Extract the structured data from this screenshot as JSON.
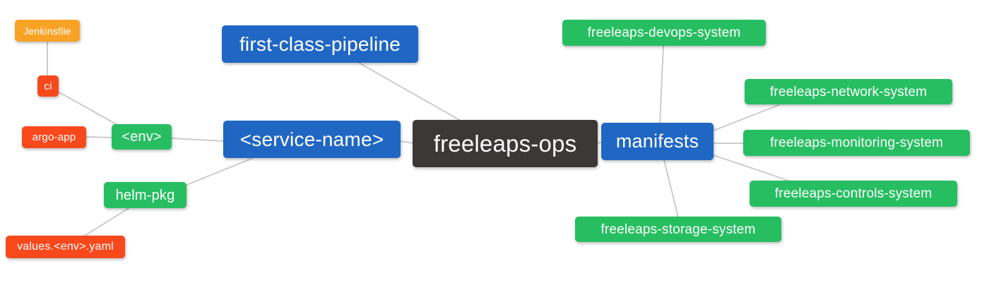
{
  "diagram": {
    "type": "mindmap",
    "root_label": "freeleaps-ops",
    "colors": {
      "canvas_bg": "#FFFFFF",
      "root": "#3C3838",
      "blue": "#2067C4",
      "green": "#27BE62",
      "red": "#F8491D",
      "orange": "#F9A326",
      "edge": "#CCCCCC",
      "text": "#FFFFFF"
    },
    "nodes": {
      "root": {
        "label": "freeleaps-ops",
        "role": "root"
      },
      "first_class_pipeline": {
        "label": "first-class-pipeline",
        "role": "branch"
      },
      "service_name": {
        "label": "<service-name>",
        "role": "branch"
      },
      "manifests": {
        "label": "manifests",
        "role": "branch"
      },
      "jenkinsfile": {
        "label": "Jenkinsfile",
        "role": "leaf-orange"
      },
      "ci": {
        "label": "ci",
        "role": "leaf-red"
      },
      "argo_app": {
        "label": "argo-app",
        "role": "leaf-red"
      },
      "env": {
        "label": "<env>",
        "role": "leaf-green"
      },
      "helm_pkg": {
        "label": "helm-pkg",
        "role": "leaf-green"
      },
      "values_env_yaml": {
        "label": "values.<env>.yaml",
        "role": "leaf-red"
      },
      "devops_system": {
        "label": "freeleaps-devops-system",
        "role": "leaf-green"
      },
      "network_system": {
        "label": "freeleaps-network-system",
        "role": "leaf-green"
      },
      "monitoring_system": {
        "label": "freeleaps-monitoring-system",
        "role": "leaf-green"
      },
      "controls_system": {
        "label": "freeleaps-controls-system",
        "role": "leaf-green"
      },
      "storage_system": {
        "label": "freeleaps-storage-system",
        "role": "leaf-green"
      }
    },
    "edges": [
      [
        "jenkinsfile",
        "ci"
      ],
      [
        "ci",
        "env"
      ],
      [
        "argo_app",
        "env"
      ],
      [
        "env",
        "service_name"
      ],
      [
        "service_name",
        "helm_pkg"
      ],
      [
        "helm_pkg",
        "values_env_yaml"
      ],
      [
        "first_class_pipeline",
        "root"
      ],
      [
        "service_name",
        "root"
      ],
      [
        "root",
        "manifests"
      ],
      [
        "manifests",
        "devops_system"
      ],
      [
        "manifests",
        "network_system"
      ],
      [
        "manifests",
        "monitoring_system"
      ],
      [
        "manifests",
        "controls_system"
      ],
      [
        "manifests",
        "storage_system"
      ]
    ]
  }
}
